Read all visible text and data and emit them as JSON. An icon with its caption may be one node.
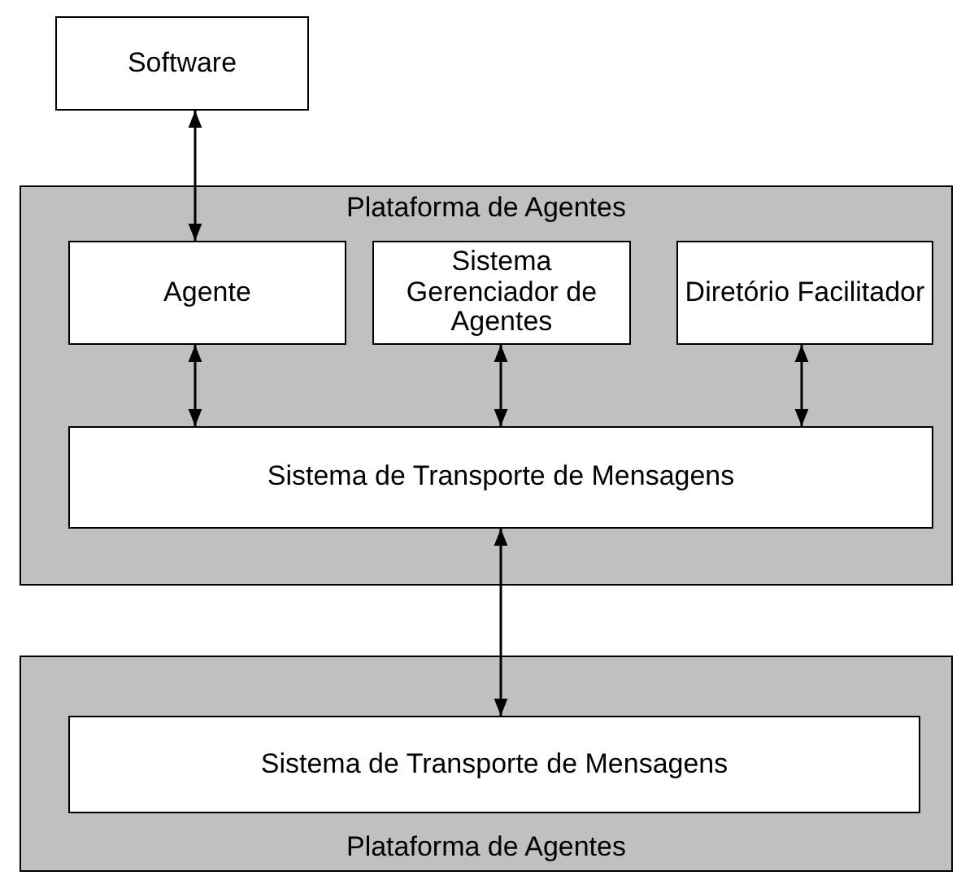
{
  "diagram": {
    "nodes": [
      {
        "text": [
          "Software"
        ]
      },
      {
        "text": [
          "Plataforma de Agentes"
        ]
      },
      {
        "text": [
          "Agente"
        ],
        "in": 1
      },
      {
        "text": [
          "Sistema Gerenciador de Agentes"
        ],
        "in": 1
      },
      {
        "text": [
          "Diretório Facilitador"
        ],
        "in": 1
      },
      {
        "text": [
          "Sistema de Transporte de Mensagens"
        ],
        "in": 1
      },
      {
        "text": [
          "Plataforma de Agentes"
        ]
      },
      {
        "text": [
          "Sistema de Transporte de Mensagens"
        ],
        "in": 6
      }
    ],
    "edges": [
      {
        "from": 0,
        "to": 2,
        "arrow": "both"
      },
      {
        "from": 2,
        "to": 5,
        "arrow": "both"
      },
      {
        "from": 3,
        "to": 5,
        "arrow": "both"
      },
      {
        "from": 4,
        "to": 5,
        "arrow": "both"
      },
      {
        "from": 5,
        "to": 7,
        "arrow": "both"
      }
    ]
  }
}
